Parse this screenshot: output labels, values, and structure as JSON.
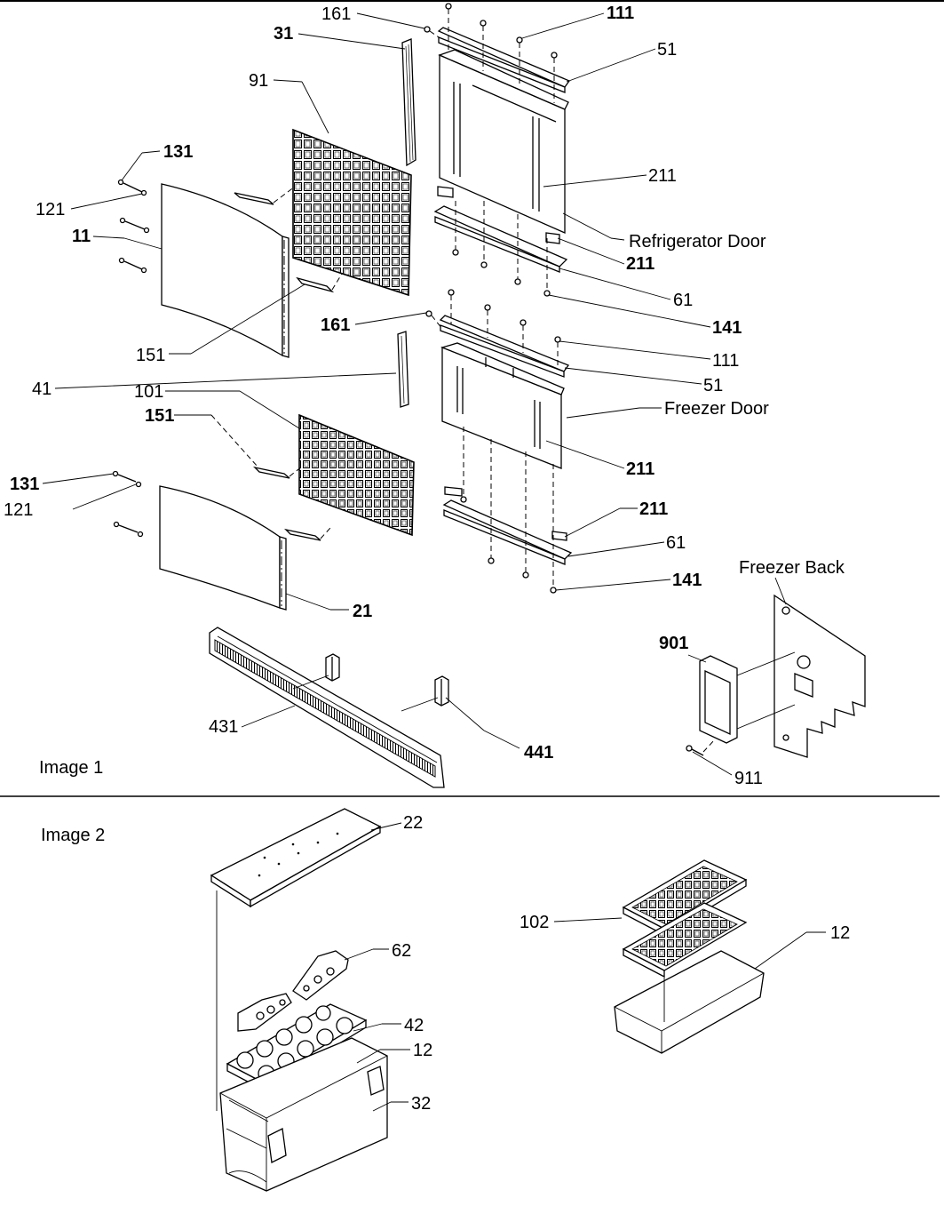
{
  "sections": {
    "image1_title": "Image 1",
    "image2_title": "Image 2"
  },
  "callouts": {
    "c161a": "161",
    "c111a": "111",
    "c31": "31",
    "c51a": "51",
    "c91": "91",
    "c131a": "131",
    "c211a": "211",
    "c121a": "121",
    "c11": "11",
    "refrigerator_door": "Refrigerator Door",
    "c211b": "211",
    "c61a": "61",
    "c161b": "161",
    "c141a": "141",
    "c151a": "151",
    "c111b": "111",
    "c51b": "51",
    "c41": "41",
    "freezer_door": "Freezer Door",
    "c101": "101",
    "c151b": "151",
    "c211c": "211",
    "c131b": "131",
    "c121b": "121",
    "c211d": "211",
    "c61b": "61",
    "c141b": "141",
    "c21": "21",
    "freezer_back": "Freezer Back",
    "c901": "901",
    "c431": "431",
    "c441": "441",
    "c911": "911",
    "c22": "22",
    "c102": "102",
    "c12a": "12",
    "c62": "62",
    "c42": "42",
    "c12b": "12",
    "c32": "32"
  }
}
